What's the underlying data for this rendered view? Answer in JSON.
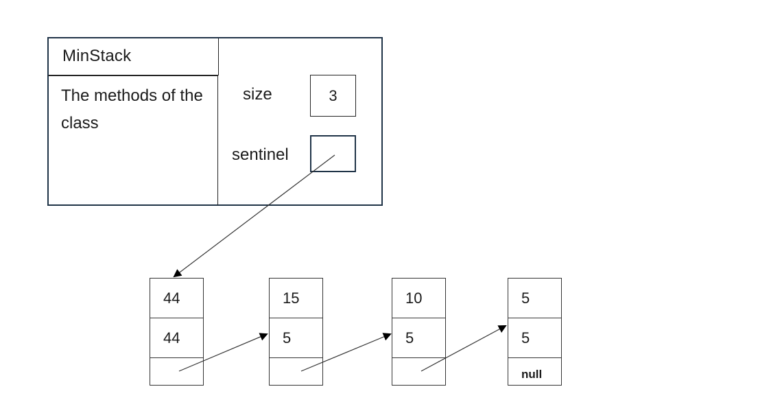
{
  "min_stack": {
    "title": "MinStack",
    "methods_text": "The methods of the class",
    "fields": {
      "size_label": "size",
      "size_value": "3",
      "sentinel_label": "sentinel"
    }
  },
  "nodes": [
    {
      "top": "44",
      "mid": "44",
      "next": ""
    },
    {
      "top": "15",
      "mid": "5",
      "next": ""
    },
    {
      "top": "10",
      "mid": "5",
      "next": ""
    },
    {
      "top": "5",
      "mid": "5",
      "next": "null"
    }
  ],
  "colors": {
    "box_border": "#1f3347",
    "line": "#333333"
  }
}
